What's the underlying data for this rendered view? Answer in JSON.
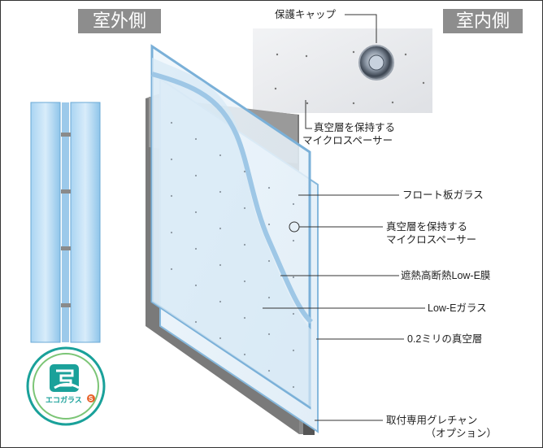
{
  "tags": {
    "outdoor": "室外側",
    "indoor": "室内側"
  },
  "inset": {
    "cap_label": "保護キャップ",
    "spacer_label_1": "真空層を保持する",
    "spacer_label_2": "マイクロスペーサー"
  },
  "callouts": {
    "float_glass": "フロート板ガラス",
    "spacer_1": "真空層を保持する",
    "spacer_2": "マイクロスペーサー",
    "lowe_film": "遮熱高断熱Low-E膜",
    "lowe_glass": "Low-Eガラス",
    "vacuum": "0.2ミリの真空層",
    "channel_1": "取付専用グレチャン",
    "channel_2": "（オプション）"
  },
  "logo": {
    "text": "エコガラス",
    "badge": "S"
  },
  "colors": {
    "tag_bg": "#8d8d8d",
    "glass": "#cfe6f5",
    "glass_edge": "#7fb6da",
    "frame": "#7a7a7a",
    "logo_teal": "#1aa19a"
  }
}
